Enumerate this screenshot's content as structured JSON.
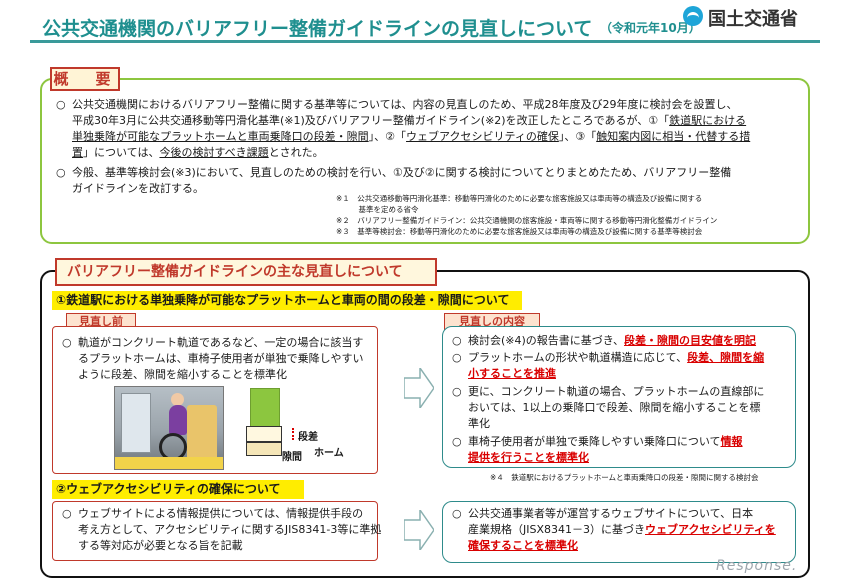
{
  "header": {
    "title": "公共交通機関のバリアフリー整備ガイドラインの見直しについて",
    "date": "（令和元年10月）",
    "ministry": "国土交通省",
    "logo_icon": "ministry-logo-icon"
  },
  "overview": {
    "tag": "概　要",
    "p1": {
      "bullet": "○",
      "line1": "公共交通機関におけるバリアフリー整備に関する基準等については、内容の見直しのため、平成28年度及び29年度に検討会を設置し、",
      "line2a": "平成30年3月に公共交通移動等円滑化基準(※1)及びバリアフリー整備ガイドライン(※2)を改正したところであるが、①「",
      "line2b": "鉄道駅における",
      "line3a": "単独乗降が可能なプラットホームと車両乗降口の段差・隙間",
      "line3b": "」、②「",
      "line3c": "ウェブアクセシビリティの確保",
      "line3d": "」、③「",
      "line3e": "触知案内図に相当・代替する措",
      "line4a": "置",
      "line4b": "」については、",
      "line4c": "今後の検討すべき課題",
      "line4d": "とされた。"
    },
    "p2": {
      "bullet": "○",
      "line1": "今般、基準等検討会(※3)において、見直しのための検討を行い、①及び②に関する検討についてとりまとめたため、バリアフリー整備",
      "line2": "ガイドラインを改訂する。"
    },
    "notes": [
      "※１　公共交通移動等円滑化基準：移動等円滑化のために必要な旅客施設又は車両等の構造及び設備に関する",
      "　　　基準を定める省令",
      "※２　バリアフリー整備ガイドライン：公共交通機関の旅客施設・車両等に関する移動等円滑化整備ガイドライン",
      "※３　基準等検討会：移動等円滑化のために必要な旅客施設又は車両等の構造及び設備に関する基準等検討会"
    ]
  },
  "main": {
    "title": "バリアフリー整備ガイドラインの主な見直しについて",
    "section1": {
      "band": "①鉄道駅における単独乗降が可能なプラットホームと車両の間の段差・隙間について",
      "before_tag": "見直し前",
      "after_tag": "見直しの内容",
      "before_bullet": "○",
      "before_lines": [
        "軌道がコンクリート軌道であるなど、一定の場合に該当す",
        "るプラットホームは、車椅子使用者が単独で乗降しやすい",
        "ように段差、隙間を縮小することを標準化"
      ],
      "diagram_step": "段差",
      "diagram_gap": "隙間",
      "diagram_home": "ホーム",
      "after": {
        "b1a": "検討会(※4)の報告書に基づき、",
        "b1b": "段差・隙間の目安値を明記",
        "b2a": "プラットホームの形状や軌道構造に応じて、",
        "b2b": "段差、隙間を縮",
        "b2c": "小することを推進",
        "b3a": "更に、コンクリート軌道の場合、プラットホームの直線部に",
        "b3b": "おいては、1以上の乗降口で段差、隙間を縮小することを標",
        "b3c": "準化",
        "b4a": "車椅子使用者が単独で乗降しやすい乗降口について",
        "b4b": "情報",
        "b4c": "提供を行うことを標準化",
        "bullet": "○"
      },
      "note4": "※４　鉄道駅におけるプラットホームと車両乗降口の段差・隙間に関する検討会"
    },
    "section2": {
      "band": "②ウェブアクセシビリティの確保について",
      "before_bullet": "○",
      "before_lines": [
        "ウェブサイトによる情報提供については、情報提供手段の",
        "考え方として、アクセシビリティに関するJIS8341-3等に準拠",
        "する等対応が必要となる旨を記載"
      ],
      "after_bullet": "○",
      "after_line1": "公共交通事業者等が運営するウェブサイトについて、日本",
      "after_line2a": "産業規格（JISX8341－3）に基づき",
      "after_line2b": "ウェブアクセシビリティを",
      "after_line3": "確保することを標準化"
    }
  },
  "watermark": "Response.",
  "colors": {
    "teal": "#1f8f8f",
    "red": "#c0392b",
    "yellow": "#ffed00",
    "green": "#8dc63f"
  }
}
